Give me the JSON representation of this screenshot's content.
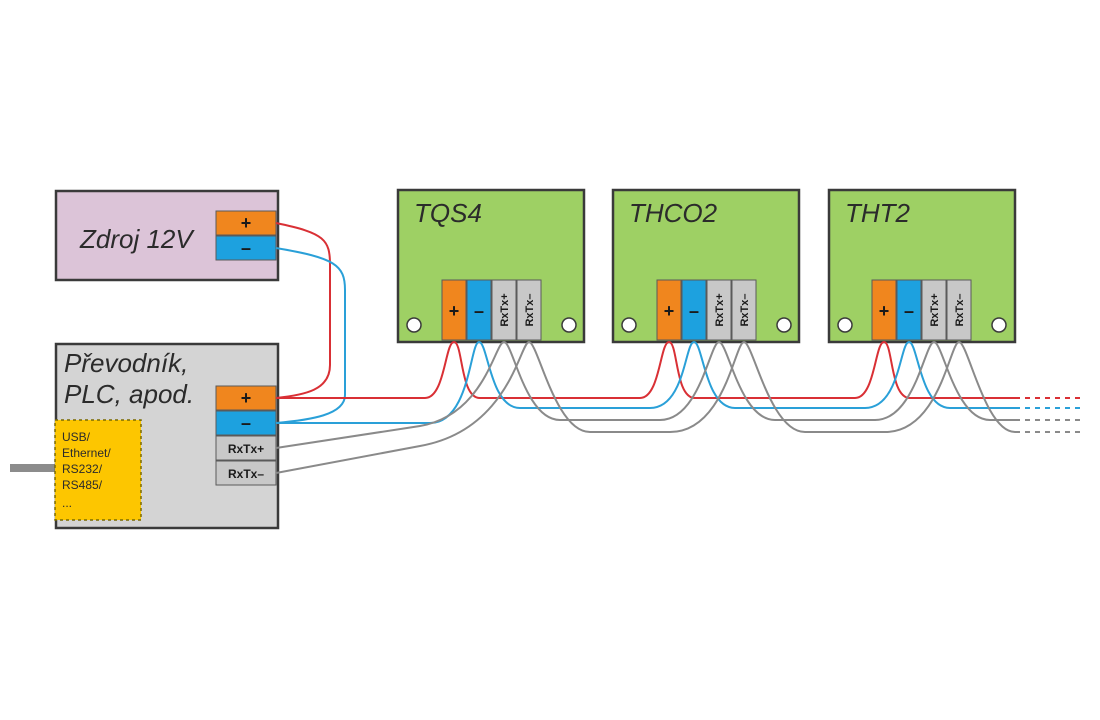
{
  "colors": {
    "orange": "#f0861e",
    "blue": "#1da1df",
    "gray_terminal": "#c8c8c8",
    "green_module": "#9ed064",
    "pink_supply": "#dcc4d8",
    "gray_converter": "#d4d4d4",
    "yellow_interface": "#fdc600",
    "wire_red": "#d93035",
    "wire_blue": "#2aa0d8",
    "wire_gray": "#8a8a8a"
  },
  "supply": {
    "label": "Zdroj 12V",
    "plus": "+",
    "minus": "–"
  },
  "converter": {
    "label_line1": "Převodník,",
    "label_line2": "PLC, apod.",
    "plus": "+",
    "minus": "–",
    "rxtx_plus": "RxTx+",
    "rxtx_minus": "RxTx–",
    "interface_lines": [
      "USB/",
      "Ethernet/",
      "RS232/",
      "RS485/",
      "..."
    ]
  },
  "modules": [
    {
      "name": "TQS4",
      "plus": "+",
      "minus": "–",
      "rxtx_plus": "RxTx+",
      "rxtx_minus": "RxTx–"
    },
    {
      "name": "THCO2",
      "plus": "+",
      "minus": "–",
      "rxtx_plus": "RxTx+",
      "rxtx_minus": "RxTx–"
    },
    {
      "name": "THT2",
      "plus": "+",
      "minus": "–",
      "rxtx_plus": "RxTx+",
      "rxtx_minus": "RxTx–"
    }
  ]
}
